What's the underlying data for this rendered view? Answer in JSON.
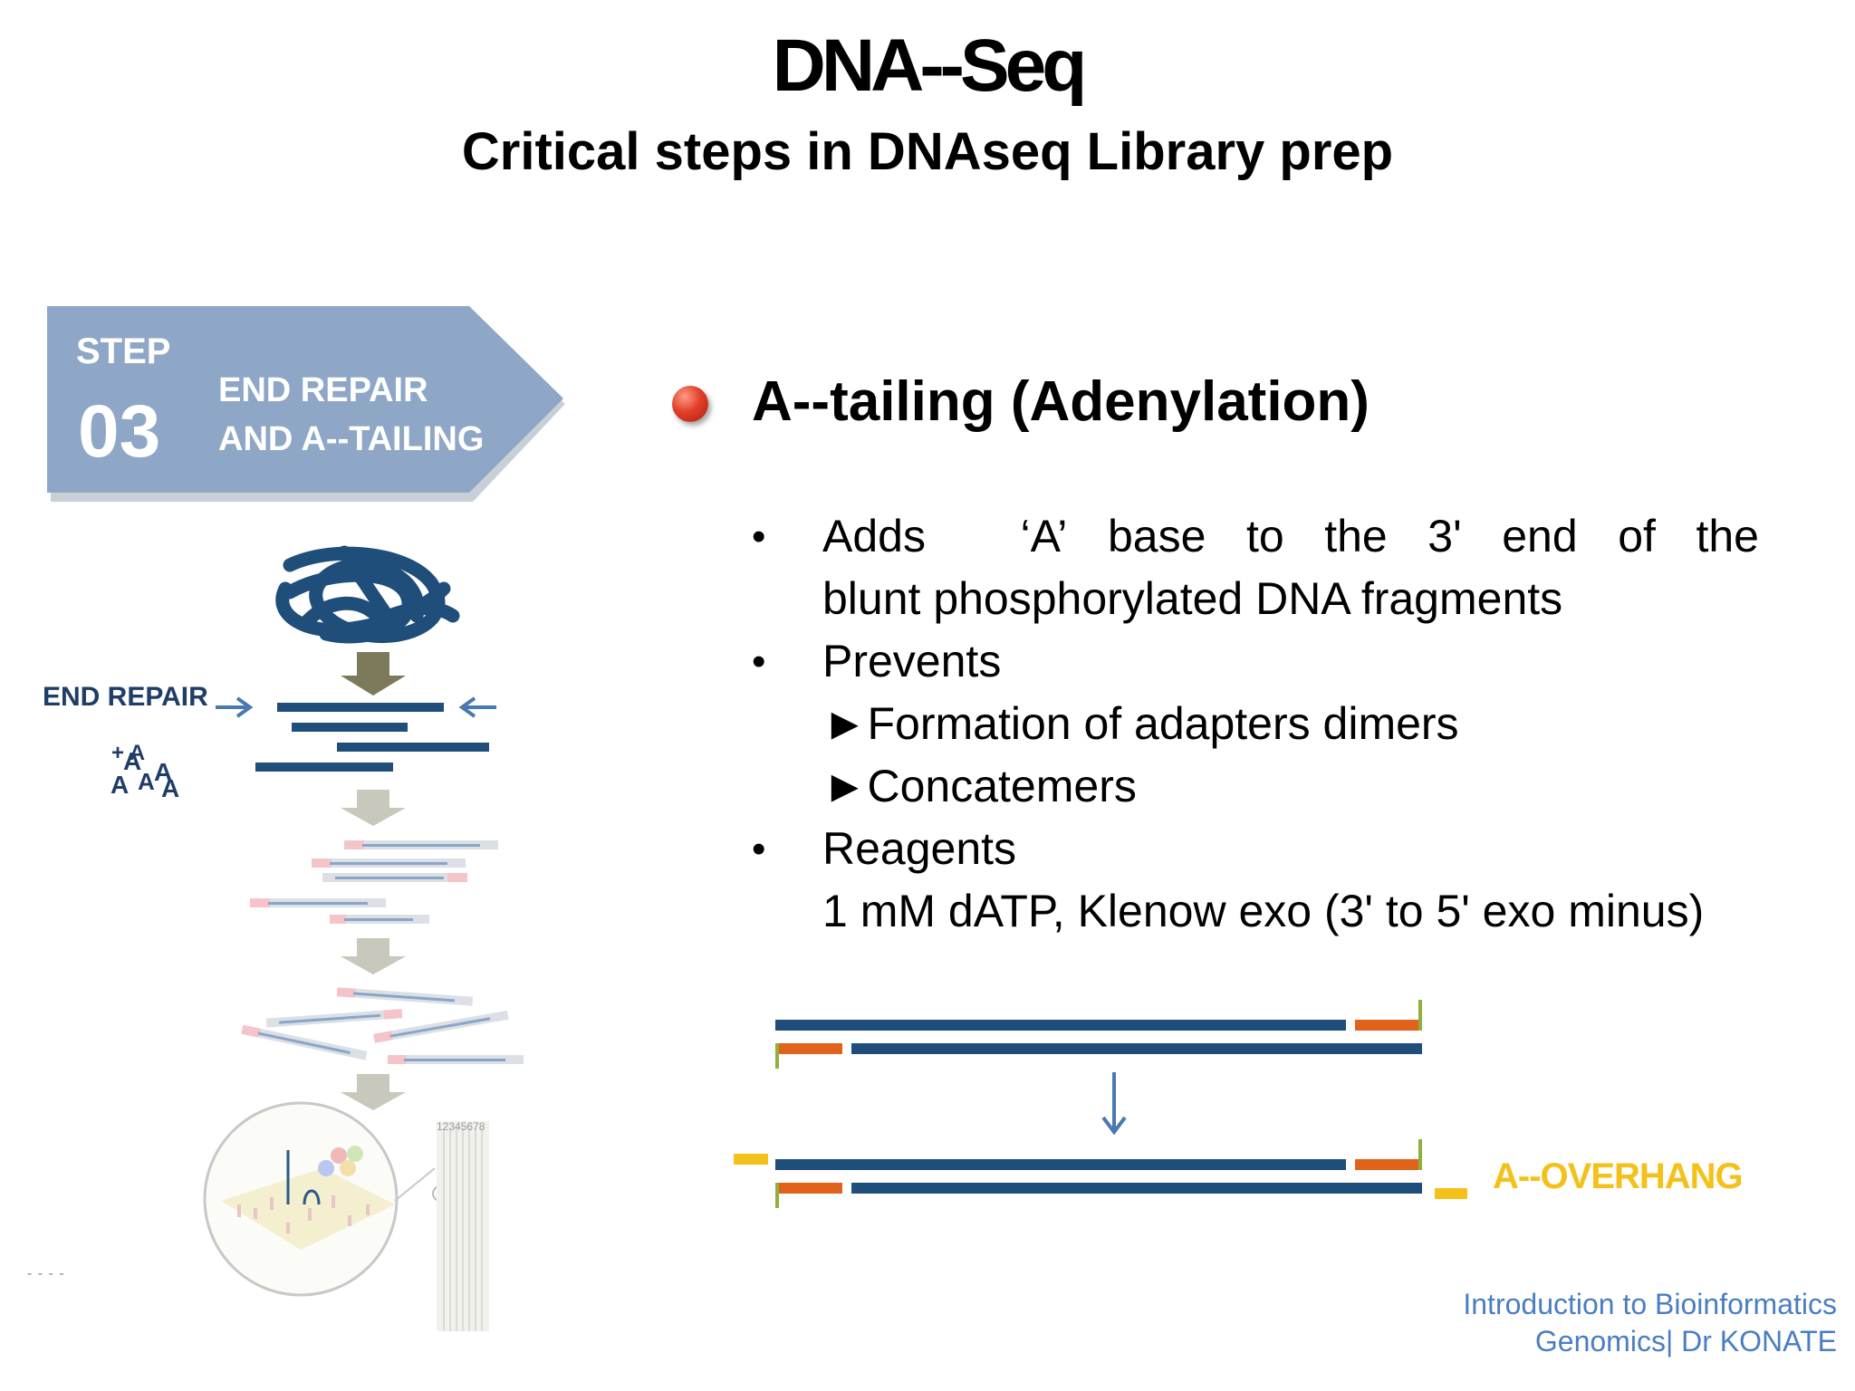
{
  "title": "DNA--Seq",
  "subtitle": "Critical steps in DNAseq Library prep",
  "step": {
    "word": "STEP",
    "number": "03",
    "title_line1": "END REPAIR",
    "title_line2": "AND A--TAILING"
  },
  "diagram": {
    "end_repair_label": "END REPAIR",
    "plus_a": "+ A",
    "a_letters": [
      "A",
      "A",
      "A",
      "A",
      "A"
    ],
    "index_label": "12345678",
    "overhang_label": "A--OVERHANG"
  },
  "section": {
    "heading": "A--tailing (Adenylation)",
    "bullet1_words": [
      "Adds",
      "‘A’",
      "base",
      "to",
      "the",
      "3'",
      "end",
      "of",
      "the"
    ],
    "bullet1_line2": "blunt phosphorylated DNA fragments",
    "bullet2": "Prevents",
    "sub_marker": "►",
    "sub1": "Formation of adapters dimers",
    "sub2": "Concatemers",
    "bullet3": "Reagents",
    "reagents": "1 mM dATP, Klenow exo (3' to 5' exo minus)"
  },
  "footer": {
    "line1": "Introduction to Bioinformatics",
    "line2": "Genomics| Dr KONATE"
  },
  "colors": {
    "navy": "#1f4e7a",
    "orange": "#e0621b",
    "green": "#8fb03a",
    "yellow": "#f4c11a",
    "step_banner": "#8fa7c6",
    "footer_text": "#4a7ec2"
  }
}
